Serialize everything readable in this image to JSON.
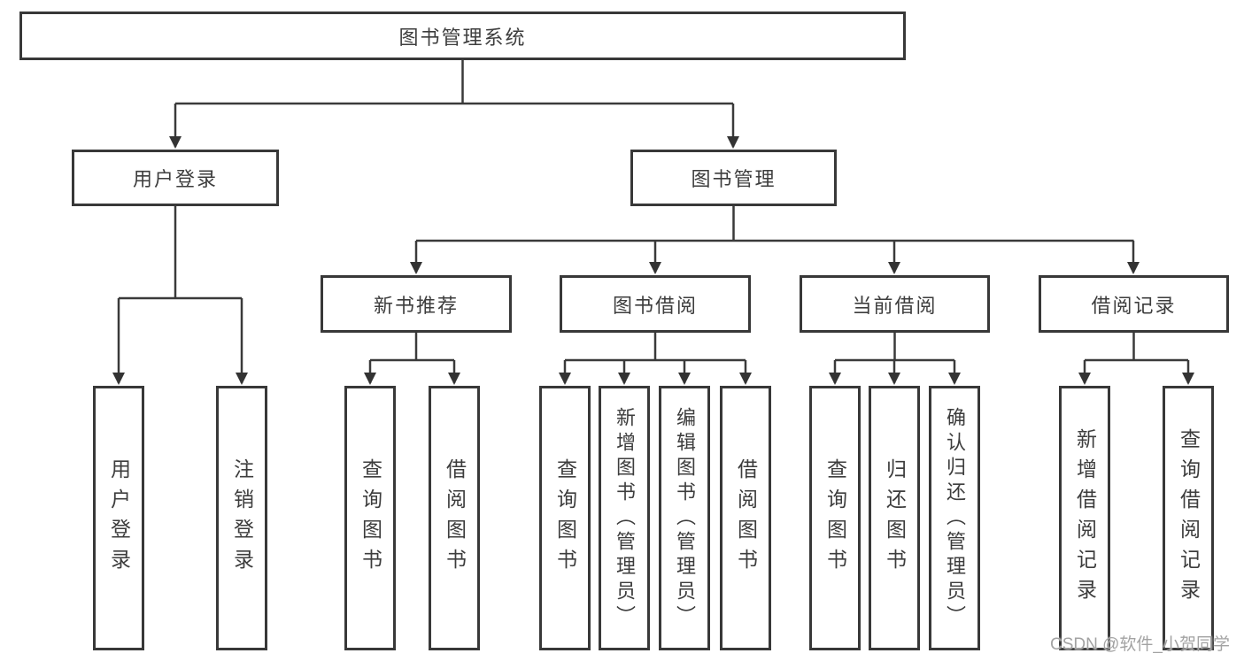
{
  "diagram": {
    "type": "hierarchy-tree",
    "title": "图书管理系统",
    "colors": {
      "line": "#3a3a3a",
      "box_border": "#383838",
      "text": "#3d3d3d",
      "watermark": "#a3a3a3",
      "background": "#ffffff"
    }
  },
  "tree": {
    "label": "图书管理系统",
    "children": [
      {
        "label": "用户登录",
        "children": [
          {
            "label": "用户登录"
          },
          {
            "label": "注销登录"
          }
        ]
      },
      {
        "label": "图书管理",
        "children": [
          {
            "label": "新书推荐",
            "children": [
              {
                "label": "查询图书"
              },
              {
                "label": "借阅图书"
              }
            ]
          },
          {
            "label": "图书借阅",
            "children": [
              {
                "label": "查询图书"
              },
              {
                "label": "新增图书（管理员）"
              },
              {
                "label": "编辑图书（管理员）"
              },
              {
                "label": "借阅图书"
              }
            ]
          },
          {
            "label": "当前借阅",
            "children": [
              {
                "label": "查询图书"
              },
              {
                "label": "归还图书"
              },
              {
                "label": "确认归还（管理员）"
              }
            ]
          },
          {
            "label": "借阅记录",
            "children": [
              {
                "label": "新增借阅记录"
              },
              {
                "label": "查询借阅记录"
              }
            ]
          }
        ]
      }
    ]
  },
  "watermark": {
    "text": "CSDN @软件_小贺同学"
  }
}
